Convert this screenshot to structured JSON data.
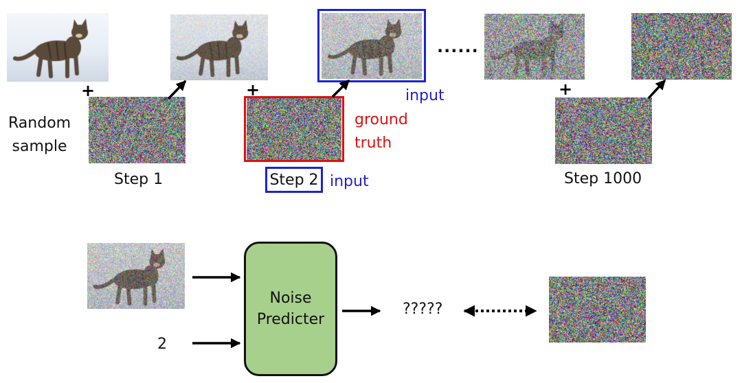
{
  "top": {
    "random_sample": [
      "Random",
      "sample"
    ],
    "step1_label": "Step 1",
    "step2_label": "Step 2",
    "step2_input_label": "input",
    "noisy_input_label": "input",
    "ground_truth": [
      "ground",
      "truth"
    ],
    "ellipsis": "......",
    "step1000_label": "Step 1000",
    "plus": "+"
  },
  "bottom": {
    "step_number": "2",
    "noise_predicter": [
      "Noise",
      "Predicter"
    ],
    "output": "?????"
  },
  "colors": {
    "input_frame": "#1a22d6",
    "ground_truth_frame": "#e01010",
    "noise_predicter_fill": "#a8d08d",
    "cat_fur": "#5a4a3a",
    "snow": "#e7edf5"
  },
  "noise_levels": {
    "original": 0,
    "step1": 0.18,
    "step2": 0.42,
    "late_step": 0.78,
    "step1000": 1,
    "noise_only": 1
  }
}
